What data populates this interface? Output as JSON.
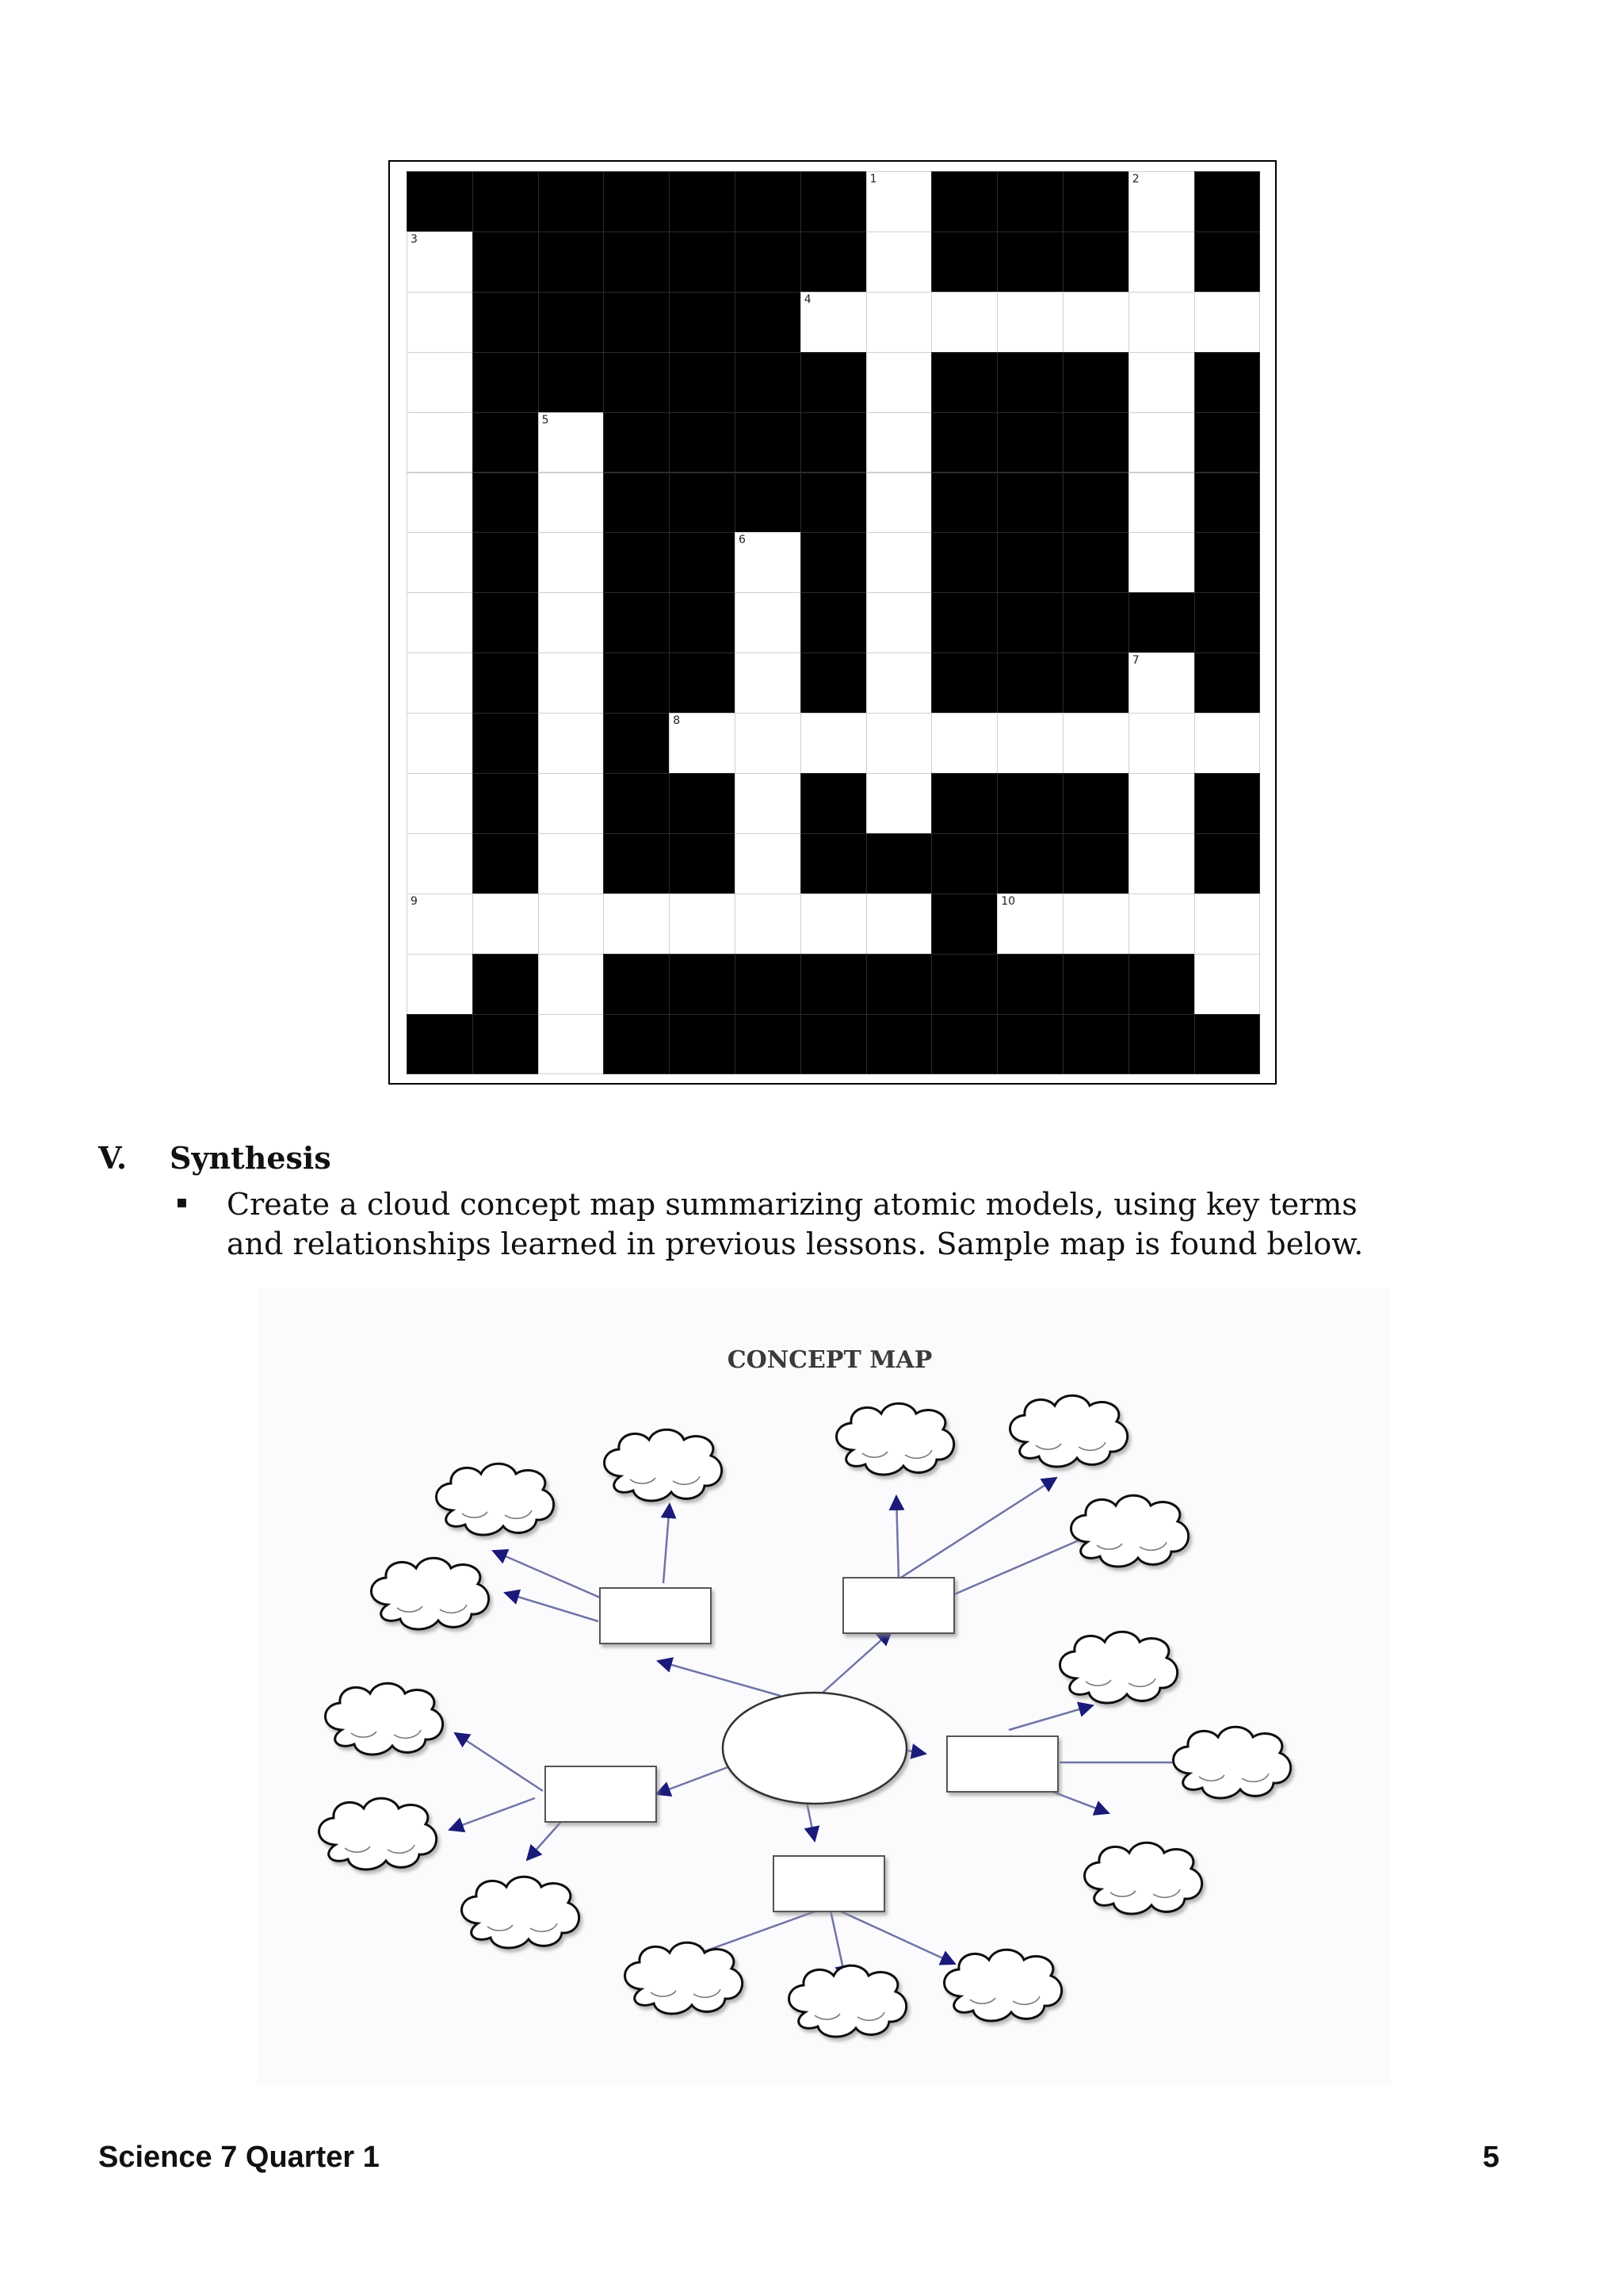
{
  "crossword": {
    "rows": [
      "#######.###.#",
      ".######.###.#",
      ".#####.......",
      ".######.###.#",
      ".#.####.###.#",
      ".#.####.###.#",
      ".#.##.#.###.#",
      ".#.##.#.#####",
      ".#.##.#.###.#",
      ".#.#.........",
      ".#.##.#.###.#",
      ".#.##.#####.#",
      "........#....",
      ".#.#########.#",
      "##.##########"
    ],
    "numbers": [
      {
        "row": 0,
        "col": 7,
        "label": "1"
      },
      {
        "row": 0,
        "col": 11,
        "label": "2"
      },
      {
        "row": 1,
        "col": 0,
        "label": "3"
      },
      {
        "row": 2,
        "col": 6,
        "label": "4"
      },
      {
        "row": 4,
        "col": 2,
        "label": "5"
      },
      {
        "row": 6,
        "col": 5,
        "label": "6"
      },
      {
        "row": 8,
        "col": 11,
        "label": "7"
      },
      {
        "row": 9,
        "col": 4,
        "label": "8"
      },
      {
        "row": 12,
        "col": 0,
        "label": "9"
      },
      {
        "row": 12,
        "col": 9,
        "label": "10"
      }
    ]
  },
  "section": {
    "roman": "V.",
    "title": "Synthesis",
    "bullet": "▪",
    "instruction": "Create a cloud concept map summarizing atomic models, using key terms and relationships learned in previous lessons. Sample map is found below."
  },
  "concept_map": {
    "title": "CONCEPT MAP"
  },
  "footer": {
    "left": "Science 7 Quarter 1",
    "page_number": "5"
  },
  "colors": {
    "arrow": "#1a1a7a",
    "line": "#6f74a8"
  }
}
